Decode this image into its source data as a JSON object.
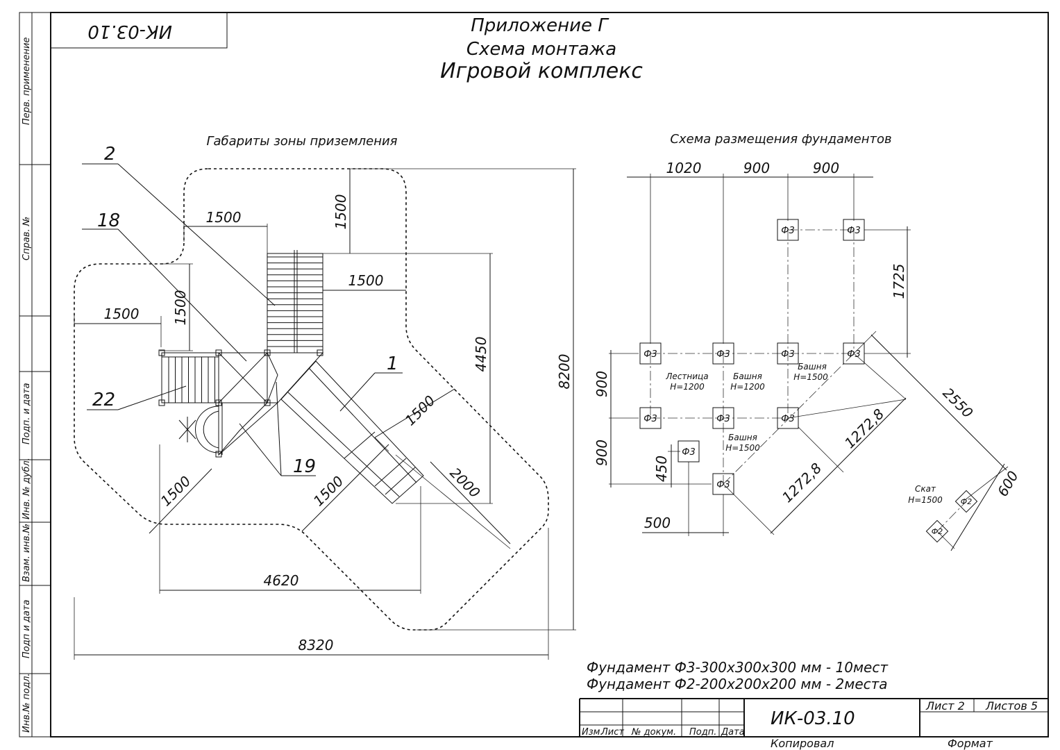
{
  "stamp_code": "ИК-03.10",
  "title": {
    "line1": "Приложение Г",
    "line2": "Схема монтажа",
    "line3": "Игровой комплекс"
  },
  "side_labels": [
    "Перв. применение",
    "Справ. №",
    "Подп. и дата",
    "Инв. № дубл.",
    "Взам. инв.№",
    "Подп и дата",
    "Инв.№ подл."
  ],
  "left_view": {
    "heading": "Габариты зоны приземления",
    "callouts": [
      "2",
      "18",
      "22",
      "1",
      "19"
    ],
    "dimensions": {
      "top_1500": "1500",
      "vert_1500_top": "1500",
      "right_1500": "1500",
      "left_1500": "1500",
      "vert_1500_left": "1500",
      "height_4450": "4450",
      "height_8200": "8200",
      "slide_1500": "1500",
      "slide_2000": "2000",
      "bottom_1500_a": "1500",
      "bottom_1500_b": "1500",
      "width_4620": "4620",
      "width_8320": "8320"
    }
  },
  "right_view": {
    "heading": "Схема размещения фундаментов",
    "dimensions": {
      "d1020": "1020",
      "d900a": "900",
      "d900b": "900",
      "d1725": "1725",
      "d900v1": "900",
      "d900v2": "900",
      "d450": "450",
      "d500": "500",
      "d1272a": "1272,8",
      "d1272b": "1272,8",
      "d2550": "2550",
      "d600": "600"
    },
    "foundation_f3": "Ф3",
    "foundation_f2": "Ф2",
    "notes": {
      "ladder": [
        "Лестница",
        "H=1200"
      ],
      "tower1": [
        "Башня",
        "H=1200"
      ],
      "tower2": [
        "Башня",
        "H=1500"
      ],
      "tower3": [
        "Башня",
        "H=1500"
      ],
      "slide": [
        "Скат",
        "H=1500"
      ]
    }
  },
  "foundation_notes": [
    "Фундамент Ф3-300х300х300 мм - 10мест",
    "Фундамент Ф2-200х200х200 мм - 2места"
  ],
  "title_block": {
    "code": "ИК-03.10",
    "sheet": "Лист 2",
    "sheets": "Листов 5",
    "cols": [
      "Изм.",
      "Лист",
      "№ докум.",
      "Подп.",
      "Дата"
    ],
    "copied": "Копировал",
    "format": "Формат"
  }
}
